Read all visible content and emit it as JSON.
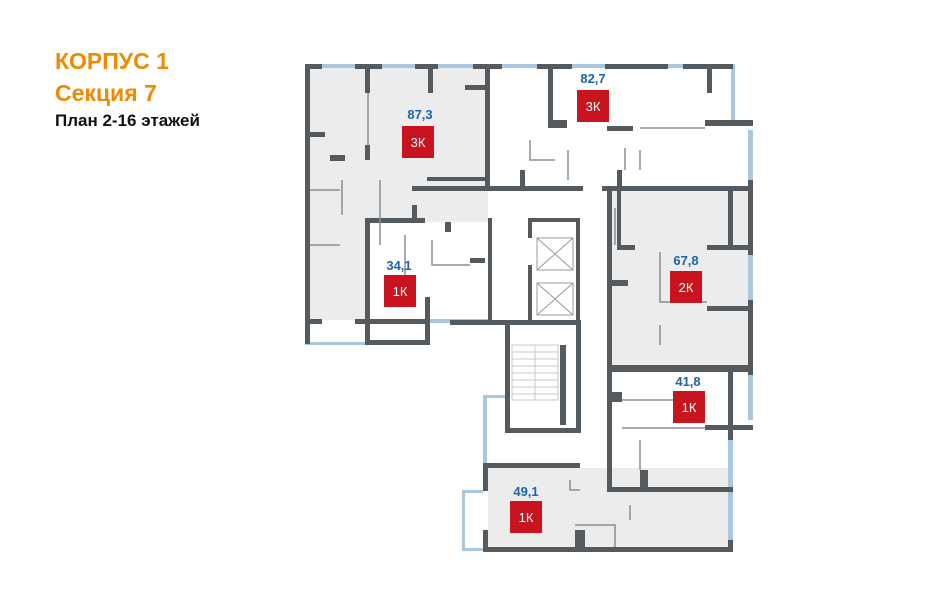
{
  "header": {
    "building": "КОРПУС 1",
    "section": "Секция 7",
    "plan": "План 2-16 этажей"
  },
  "colors": {
    "accent": "#f08a00",
    "badge": "#c8141e",
    "area_text": "#1e64a8",
    "wall": "#555a5e",
    "window": "#a9c8e0"
  },
  "apartments": [
    {
      "area": "87,3",
      "type": "3К"
    },
    {
      "area": "82,7",
      "type": "3К"
    },
    {
      "area": "34,1",
      "type": "1К"
    },
    {
      "area": "67,8",
      "type": "2К"
    },
    {
      "area": "41,8",
      "type": "1К"
    },
    {
      "area": "49,1",
      "type": "1К"
    }
  ]
}
